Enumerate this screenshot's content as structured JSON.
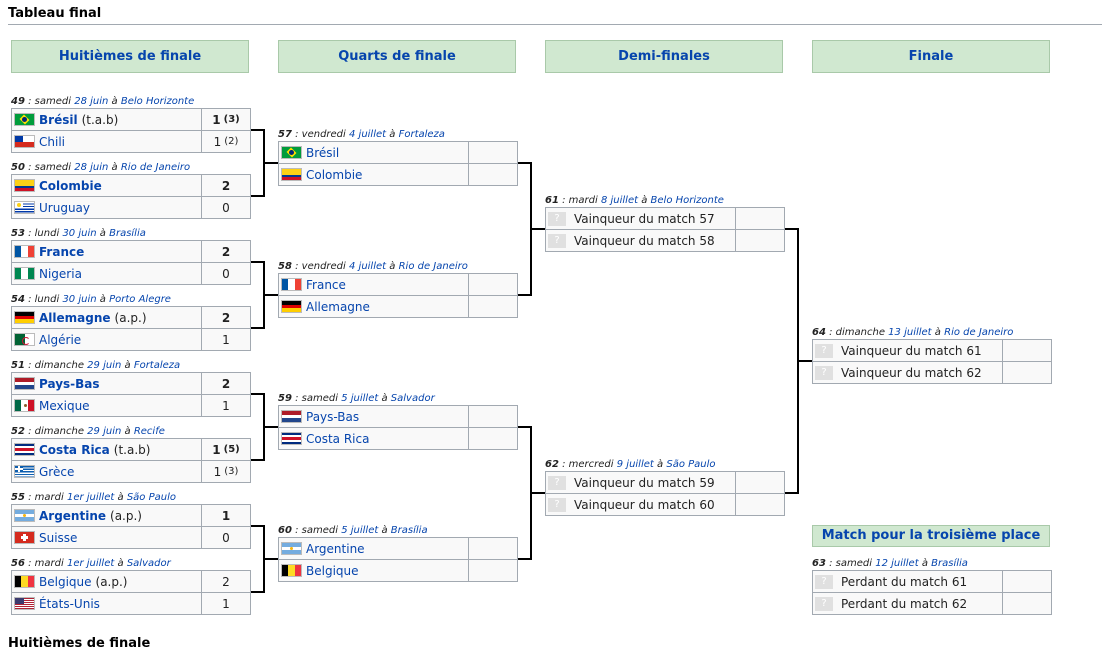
{
  "page": {
    "title": "Tableau final",
    "next_section": "Huitièmes de finale"
  },
  "rounds": [
    "Huitièmes de finale",
    "Quarts de finale",
    "Demi-finales",
    "Finale"
  ],
  "third_place_header": "Match pour la troisième place",
  "matches": {
    "m49": {
      "num": "49",
      "day": "samedi",
      "date": "28 juin",
      "at": "à",
      "venue": "Belo Horizonte",
      "t1": {
        "name": "Brésil",
        "note": "(t.a.b)",
        "score": "1",
        "pen": "(3)",
        "flag": "flag-brazil-icon",
        "win": true
      },
      "t2": {
        "name": "Chili",
        "note": "",
        "score": "1",
        "pen": "(2)",
        "flag": "flag-chile-icon",
        "win": false
      }
    },
    "m50": {
      "num": "50",
      "day": "samedi",
      "date": "28 juin",
      "at": "à",
      "venue": "Rio de Janeiro",
      "t1": {
        "name": "Colombie",
        "note": "",
        "score": "2",
        "pen": "",
        "flag": "flag-colombia-icon",
        "win": true
      },
      "t2": {
        "name": "Uruguay",
        "note": "",
        "score": "0",
        "pen": "",
        "flag": "flag-uruguay-icon",
        "win": false
      }
    },
    "m53": {
      "num": "53",
      "day": "lundi",
      "date": "30 juin",
      "at": "à",
      "venue": "Brasília",
      "t1": {
        "name": "France",
        "note": "",
        "score": "2",
        "pen": "",
        "flag": "flag-france-icon",
        "win": true
      },
      "t2": {
        "name": "Nigeria",
        "note": "",
        "score": "0",
        "pen": "",
        "flag": "flag-nigeria-icon",
        "win": false
      }
    },
    "m54": {
      "num": "54",
      "day": "lundi",
      "date": "30 juin",
      "at": "à",
      "venue": "Porto Alegre",
      "t1": {
        "name": "Allemagne",
        "note": "(a.p.)",
        "score": "2",
        "pen": "",
        "flag": "flag-germany-icon",
        "win": true
      },
      "t2": {
        "name": "Algérie",
        "note": "",
        "score": "1",
        "pen": "",
        "flag": "flag-algeria-icon",
        "win": false
      }
    },
    "m51": {
      "num": "51",
      "day": "dimanche",
      "date": "29 juin",
      "at": "à",
      "venue": "Fortaleza",
      "t1": {
        "name": "Pays-Bas",
        "note": "",
        "score": "2",
        "pen": "",
        "flag": "flag-netherlands-icon",
        "win": true
      },
      "t2": {
        "name": "Mexique",
        "note": "",
        "score": "1",
        "pen": "",
        "flag": "flag-mexico-icon",
        "win": false
      }
    },
    "m52": {
      "num": "52",
      "day": "dimanche",
      "date": "29 juin",
      "at": "à",
      "venue": "Recife",
      "t1": {
        "name": "Costa Rica",
        "note": "(t.a.b)",
        "score": "1",
        "pen": "(5)",
        "flag": "flag-costa-rica-icon",
        "win": true
      },
      "t2": {
        "name": "Grèce",
        "note": "",
        "score": "1",
        "pen": "(3)",
        "flag": "flag-greece-icon",
        "win": false
      }
    },
    "m55": {
      "num": "55",
      "day": "mardi",
      "date": "1er juillet",
      "at": "à",
      "venue": "São Paulo",
      "t1": {
        "name": "Argentine",
        "note": "(a.p.)",
        "score": "1",
        "pen": "",
        "flag": "flag-argentina-icon",
        "win": true
      },
      "t2": {
        "name": "Suisse",
        "note": "",
        "score": "0",
        "pen": "",
        "flag": "flag-switzerland-icon",
        "win": false
      }
    },
    "m56": {
      "num": "56",
      "day": "mardi",
      "date": "1er juillet",
      "at": "à",
      "venue": "Salvador",
      "t1": {
        "name": "Belgique",
        "note": "(a.p.)",
        "score": "2",
        "pen": "",
        "flag": "flag-belgium-icon",
        "win": false
      },
      "t2": {
        "name": "États-Unis",
        "note": "",
        "score": "1",
        "pen": "",
        "flag": "flag-usa-icon",
        "win": false
      }
    },
    "m57": {
      "num": "57",
      "day": "vendredi",
      "date": "4 juillet",
      "at": "à",
      "venue": "Fortaleza",
      "t1": {
        "name": "Brésil",
        "note": "",
        "score": "",
        "pen": "",
        "flag": "flag-brazil-icon",
        "win": false
      },
      "t2": {
        "name": "Colombie",
        "note": "",
        "score": "",
        "pen": "",
        "flag": "flag-colombia-icon",
        "win": false
      }
    },
    "m58": {
      "num": "58",
      "day": "vendredi",
      "date": "4 juillet",
      "at": "à",
      "venue": "Rio de Janeiro",
      "t1": {
        "name": "France",
        "note": "",
        "score": "",
        "pen": "",
        "flag": "flag-france-icon",
        "win": false
      },
      "t2": {
        "name": "Allemagne",
        "note": "",
        "score": "",
        "pen": "",
        "flag": "flag-germany-icon",
        "win": false
      }
    },
    "m59": {
      "num": "59",
      "day": "samedi",
      "date": "5 juillet",
      "at": "à",
      "venue": "Salvador",
      "t1": {
        "name": "Pays-Bas",
        "note": "",
        "score": "",
        "pen": "",
        "flag": "flag-netherlands-icon",
        "win": false
      },
      "t2": {
        "name": "Costa Rica",
        "note": "",
        "score": "",
        "pen": "",
        "flag": "flag-costa-rica-icon",
        "win": false
      }
    },
    "m60": {
      "num": "60",
      "day": "samedi",
      "date": "5 juillet",
      "at": "à",
      "venue": "Brasília",
      "t1": {
        "name": "Argentine",
        "note": "",
        "score": "",
        "pen": "",
        "flag": "flag-argentina-icon",
        "win": false
      },
      "t2": {
        "name": "Belgique",
        "note": "",
        "score": "",
        "pen": "",
        "flag": "flag-belgium-icon",
        "win": false
      }
    },
    "m61": {
      "num": "61",
      "day": "mardi",
      "date": "8 juillet",
      "at": "à",
      "venue": "Belo Horizonte",
      "t1": {
        "name": "Vainqueur du match 57",
        "placeholder": "?"
      },
      "t2": {
        "name": "Vainqueur du match 58",
        "placeholder": "?"
      }
    },
    "m62": {
      "num": "62",
      "day": "mercredi",
      "date": "9 juillet",
      "at": "à",
      "venue": "São Paulo",
      "t1": {
        "name": "Vainqueur du match 59",
        "placeholder": "?"
      },
      "t2": {
        "name": "Vainqueur du match 60",
        "placeholder": "?"
      }
    },
    "m64": {
      "num": "64",
      "day": "dimanche",
      "date": "13 juillet",
      "at": "à",
      "venue": "Rio de Janeiro",
      "t1": {
        "name": "Vainqueur du match 61",
        "placeholder": "?"
      },
      "t2": {
        "name": "Vainqueur du match 62",
        "placeholder": "?"
      }
    },
    "m63": {
      "num": "63",
      "day": "samedi",
      "date": "12 juillet",
      "at": "à",
      "venue": "Brasília",
      "t1": {
        "name": "Perdant du match 61",
        "placeholder": "?"
      },
      "t2": {
        "name": "Perdant du match 62",
        "placeholder": "?"
      }
    }
  }
}
